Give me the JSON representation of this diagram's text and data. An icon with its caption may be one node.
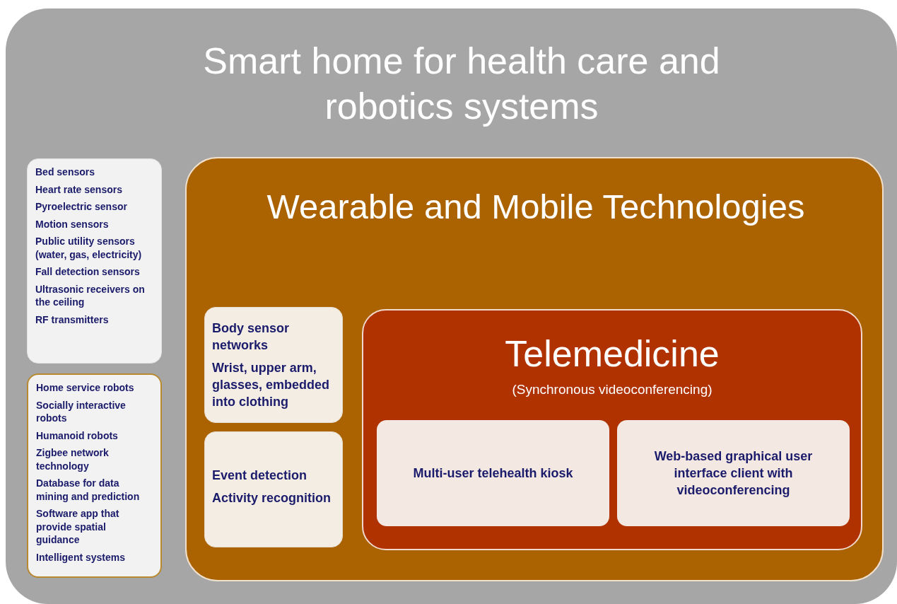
{
  "diagram": {
    "nodes": [
      {
        "text": [
          "Smart home for health care and robotics systems"
        ]
      },
      {
        "text": [
          "Bed sensors",
          "Heart rate sensors",
          "Pyroelectric sensor",
          "Motion sensors",
          "Public utility sensors (water, gas, electricity)",
          "Fall detection sensors",
          "Ultrasonic receivers on the ceiling",
          "RF transmitters"
        ],
        "in": 0
      },
      {
        "text": [
          "Home service robots",
          "Socially interactive robots",
          "Humanoid robots",
          "Zigbee network technology",
          "Database for data mining and prediction",
          "Software app that provide spatial guidance",
          "Intelligent systems"
        ],
        "in": 0
      },
      {
        "text": [
          "Wearable and Mobile Technologies"
        ],
        "in": 0
      },
      {
        "text": [
          "Body sensor networks",
          "Wrist, upper arm, glasses, embedded into clothing"
        ],
        "in": 3
      },
      {
        "text": [
          "Event detection",
          "Activity recognition"
        ],
        "in": 3
      },
      {
        "text": [
          "Telemedicine",
          "(Synchronous videoconferencing)"
        ],
        "in": 3
      },
      {
        "text": [
          "Multi-user telehealth kiosk"
        ],
        "in": 6
      },
      {
        "text": [
          "Web-based graphical user interface client with videoconferencing"
        ],
        "in": 6
      }
    ]
  }
}
